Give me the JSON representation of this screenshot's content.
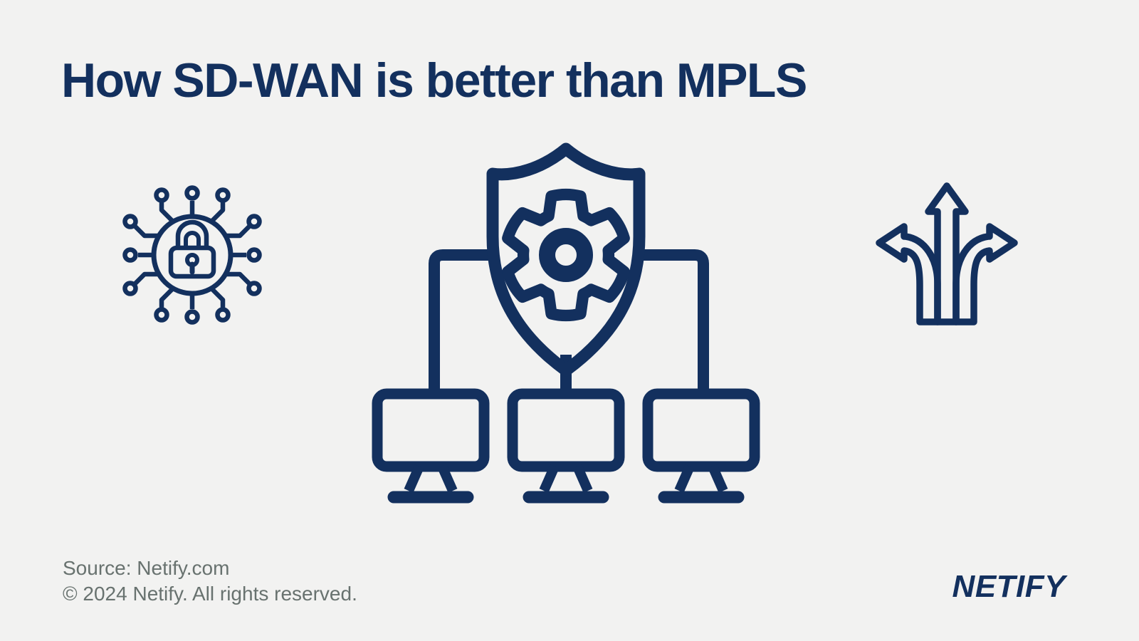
{
  "page": {
    "background_color": "#f2f2f1",
    "navy_color": "#13305e",
    "gray_color": "#68726f"
  },
  "header": {
    "title": "How SD-WAN is better than MPLS"
  },
  "illustration": {
    "icons": [
      {
        "name": "network-security-lock-icon"
      },
      {
        "name": "shield-gear-network-icon"
      },
      {
        "name": "three-way-arrows-icon"
      }
    ]
  },
  "footer": {
    "source_line": "Source: Netify.com",
    "copyright_line": "© 2024 Netify. All rights reserved.",
    "brand_logo": "NETIFY"
  }
}
